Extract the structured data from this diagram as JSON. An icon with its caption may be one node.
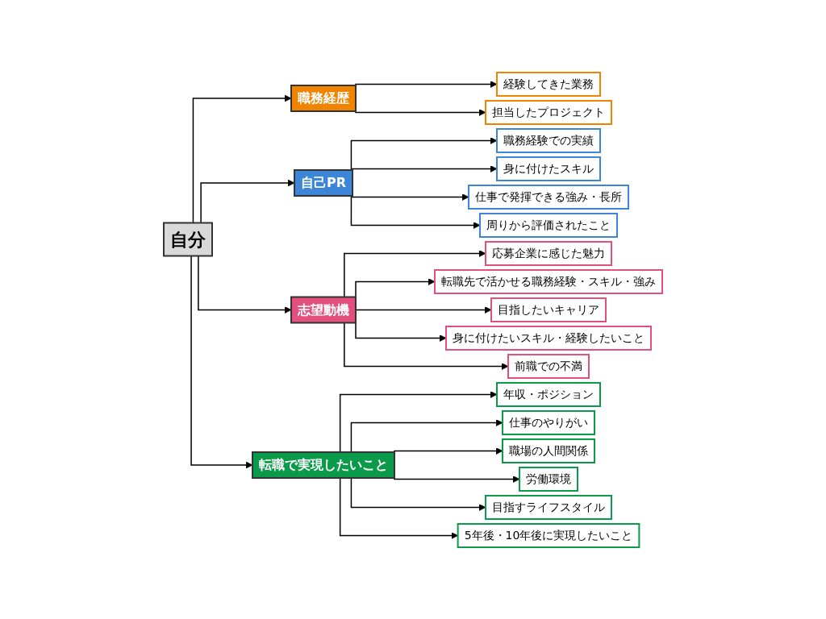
{
  "diagram": {
    "nodes": [
      {
        "text": [
          "自分"
        ]
      },
      {
        "text": [
          "職務経歴"
        ]
      },
      {
        "text": [
          "経験してきた業務"
        ]
      },
      {
        "text": [
          "担当したプロジェクト"
        ]
      },
      {
        "text": [
          "自己PR"
        ]
      },
      {
        "text": [
          "職務経験での実績"
        ]
      },
      {
        "text": [
          "身に付けたスキル"
        ]
      },
      {
        "text": [
          "仕事で発揮できる強み・長所"
        ]
      },
      {
        "text": [
          "周りから評価されたこと"
        ]
      },
      {
        "text": [
          "志望動機"
        ]
      },
      {
        "text": [
          "応募企業に感じた魅力"
        ]
      },
      {
        "text": [
          "転職先で活かせる職務経験・スキル・強み"
        ]
      },
      {
        "text": [
          "目指したいキャリア"
        ]
      },
      {
        "text": [
          "身に付けたいスキル・経験したいこと"
        ]
      },
      {
        "text": [
          "前職での不満"
        ]
      },
      {
        "text": [
          "転職で実現したいこと"
        ]
      },
      {
        "text": [
          "年収・ポジション"
        ]
      },
      {
        "text": [
          "仕事のやりがい"
        ]
      },
      {
        "text": [
          "職場の人間関係"
        ]
      },
      {
        "text": [
          "労働環境"
        ]
      },
      {
        "text": [
          "目指すライフスタイル"
        ]
      },
      {
        "text": [
          "5年後・10年後に実現したいこと"
        ]
      }
    ],
    "edges": [
      {
        "from": 0,
        "to": 1,
        "arrow": "to"
      },
      {
        "from": 0,
        "to": 4,
        "arrow": "to"
      },
      {
        "from": 0,
        "to": 9,
        "arrow": "to"
      },
      {
        "from": 0,
        "to": 15,
        "arrow": "to"
      },
      {
        "from": 1,
        "to": 2,
        "arrow": "to"
      },
      {
        "from": 1,
        "to": 3,
        "arrow": "to"
      },
      {
        "from": 4,
        "to": 5,
        "arrow": "to"
      },
      {
        "from": 4,
        "to": 6,
        "arrow": "to"
      },
      {
        "from": 4,
        "to": 7,
        "arrow": "to"
      },
      {
        "from": 4,
        "to": 8,
        "arrow": "to"
      },
      {
        "from": 9,
        "to": 10,
        "arrow": "to"
      },
      {
        "from": 9,
        "to": 11,
        "arrow": "to"
      },
      {
        "from": 9,
        "to": 12,
        "arrow": "to"
      },
      {
        "from": 9,
        "to": 13,
        "arrow": "to"
      },
      {
        "from": 9,
        "to": 14,
        "arrow": "to"
      },
      {
        "from": 15,
        "to": 16,
        "arrow": "to"
      },
      {
        "from": 15,
        "to": 17,
        "arrow": "to"
      },
      {
        "from": 15,
        "to": 18,
        "arrow": "to"
      },
      {
        "from": 15,
        "to": 19,
        "arrow": "to"
      },
      {
        "from": 15,
        "to": 20,
        "arrow": "to"
      },
      {
        "from": 15,
        "to": 21,
        "arrow": "to"
      }
    ]
  }
}
